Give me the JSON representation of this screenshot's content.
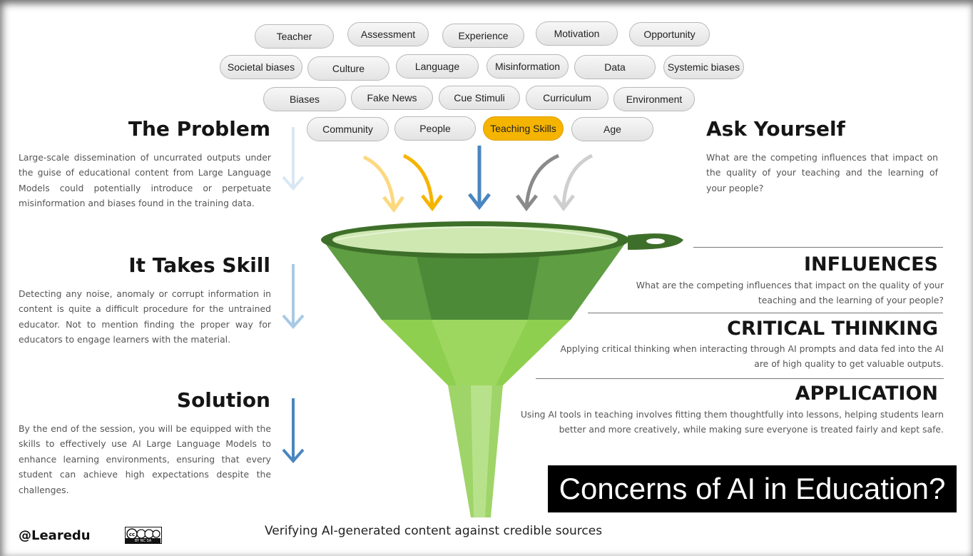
{
  "pills": [
    {
      "label": "Teacher",
      "highlight": false
    },
    {
      "label": "Assessment",
      "highlight": false
    },
    {
      "label": "Experience",
      "highlight": false
    },
    {
      "label": "Motivation",
      "highlight": false
    },
    {
      "label": "Opportunity",
      "highlight": false
    },
    {
      "label": "Societal biases",
      "highlight": false
    },
    {
      "label": "Culture",
      "highlight": false
    },
    {
      "label": "Language",
      "highlight": false
    },
    {
      "label": "Misinformation",
      "highlight": false
    },
    {
      "label": "Data",
      "highlight": false
    },
    {
      "label": "Systemic biases",
      "highlight": false
    },
    {
      "label": "Biases",
      "highlight": false
    },
    {
      "label": "Fake News",
      "highlight": false
    },
    {
      "label": "Cue Stimuli",
      "highlight": false
    },
    {
      "label": "Curriculum",
      "highlight": false
    },
    {
      "label": "Environment",
      "highlight": false
    },
    {
      "label": "Community",
      "highlight": false
    },
    {
      "label": "People",
      "highlight": false
    },
    {
      "label": "Teaching Skills",
      "highlight": true
    },
    {
      "label": "Age",
      "highlight": false
    }
  ],
  "left": {
    "problem": {
      "title": "The Problem",
      "body": "Large-scale dissemination of uncurrated outputs under the guise of educational content from Large Language Models could potentially introduce or perpetuate misinformation and biases found in the training data."
    },
    "skill": {
      "title": "It Takes Skill",
      "body": "Detecting any noise, anomaly or corrupt information in content is quite a difficult procedure for the untrained educator. Not to mention finding the proper way for educators to engage learners with the material."
    },
    "solution": {
      "title": "Solution",
      "body": "By the end of the session, you will be equipped with the skills to effectively use AI Large Language Models to enhance learning environments, ensuring that every student can achieve high expectations despite the challenges."
    }
  },
  "right": {
    "ask": {
      "title": "Ask Yourself",
      "body": "What are the competing influences that impact on the quality of your teaching and the learning of your people?"
    },
    "influences": {
      "title": "INFLUENCES",
      "body": "What are the competing influences that impact on the quality of your teaching and the learning of your people?"
    },
    "critical": {
      "title": "CRITICAL THINKING",
      "body": "Applying critical thinking when interacting through AI prompts and data fed into the AI are of high quality to get valuable outputs."
    },
    "application": {
      "title": "APPLICATION",
      "body": "Using AI tools in teaching involves fitting them thoughtfully into lessons, helping students learn better and more creatively, while making sure everyone is treated fairly and kept safe."
    }
  },
  "banner": "Concerns of AI in Education?",
  "footer": "Verifying AI-generated content against credible sources",
  "handle": "@Learedu",
  "license": "BY NC SA",
  "colors": {
    "accent": "#f5b400",
    "funnel_dark": "#3e7a30",
    "funnel_mid": "#5f9e43",
    "funnel_light": "#8fcf4f",
    "arrow_blue": "#4a86c0"
  }
}
